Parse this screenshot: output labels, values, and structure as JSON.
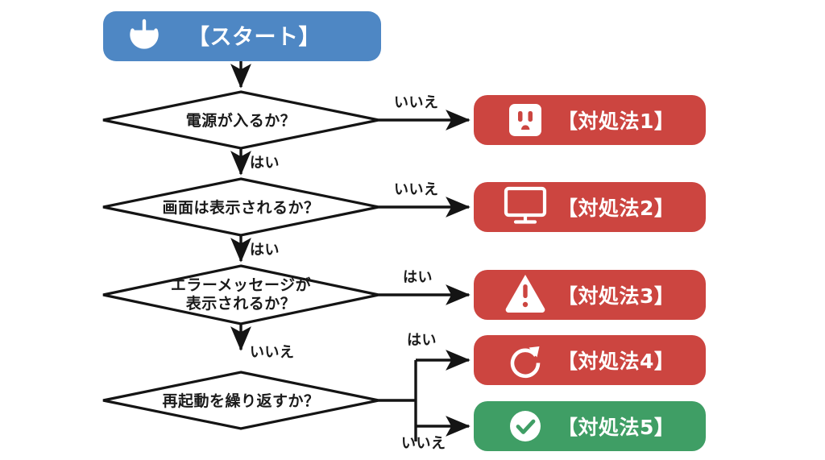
{
  "chart_data": {
    "type": "diagram",
    "title": "PC Troubleshooting Flowchart",
    "colors": {
      "start": "#4e87c4",
      "action_red": "#cc4540",
      "action_green": "#3f9e65",
      "line": "#141414",
      "background": "#ffffff",
      "text_light": "#ffffff",
      "text_dark": "#1a1a1a"
    },
    "nodes": [
      {
        "id": "start",
        "type": "terminator",
        "label": "【スタート】",
        "icon": "power-icon",
        "color": "#4e87c4"
      },
      {
        "id": "d1",
        "type": "decision",
        "label": "電源が入るか？",
        "lines": [
          "電源が入るか？"
        ]
      },
      {
        "id": "d2",
        "type": "decision",
        "label": "画面は表示されるか？",
        "lines": [
          "画面は表示されるか？"
        ]
      },
      {
        "id": "d3",
        "type": "decision",
        "label": "エラーメッセージが表示されるか？",
        "lines": [
          "エラーメッセージが",
          "表示されるか？"
        ]
      },
      {
        "id": "d4",
        "type": "decision",
        "label": "再起動を繰り返すか？",
        "lines": [
          "再起動を繰り返すか？"
        ]
      },
      {
        "id": "a1",
        "type": "action",
        "label": "【対処法1】",
        "icon": "outlet-icon",
        "color": "#cc4540"
      },
      {
        "id": "a2",
        "type": "action",
        "label": "【対処法2】",
        "icon": "monitor-icon",
        "color": "#cc4540"
      },
      {
        "id": "a3",
        "type": "action",
        "label": "【対処法3】",
        "icon": "warning-icon",
        "color": "#cc4540"
      },
      {
        "id": "a4",
        "type": "action",
        "label": "【対処法4】",
        "icon": "restart-icon",
        "color": "#cc4540"
      },
      {
        "id": "a5",
        "type": "action",
        "label": "【対処法5】",
        "icon": "check-circle-icon",
        "color": "#3f9e65"
      }
    ],
    "edges": [
      {
        "from": "start",
        "to": "d1",
        "label": ""
      },
      {
        "from": "d1",
        "to": "a1",
        "label": "いいえ"
      },
      {
        "from": "d1",
        "to": "d2",
        "label": "はい"
      },
      {
        "from": "d2",
        "to": "a2",
        "label": "いいえ"
      },
      {
        "from": "d2",
        "to": "d3",
        "label": "はい"
      },
      {
        "from": "d3",
        "to": "a3",
        "label": "はい"
      },
      {
        "from": "d3",
        "to": "d4",
        "label": "いいえ"
      },
      {
        "from": "d4",
        "to": "a4",
        "label": "はい"
      },
      {
        "from": "d4",
        "to": "a5",
        "label": "いいえ"
      }
    ]
  },
  "start": {
    "label": "【スタート】",
    "icon": "power-icon"
  },
  "decisions": [
    {
      "line1": "電源が入るか？",
      "line2": ""
    },
    {
      "line1": "画面は表示されるか？",
      "line2": ""
    },
    {
      "line1": "エラーメッセージが",
      "line2": "表示されるか？"
    },
    {
      "line1": "再起動を繰り返すか？",
      "line2": ""
    }
  ],
  "actions": [
    {
      "label": "【対処法1】",
      "icon": "outlet-icon"
    },
    {
      "label": "【対処法2】",
      "icon": "monitor-icon"
    },
    {
      "label": "【対処法3】",
      "icon": "warning-icon"
    },
    {
      "label": "【対処法4】",
      "icon": "restart-icon"
    },
    {
      "label": "【対処法5】",
      "icon": "check-circle-icon"
    }
  ],
  "edge_labels": {
    "d1_no": "いいえ",
    "d1_yes": "はい",
    "d2_no": "いいえ",
    "d2_yes": "はい",
    "d3_yes": "はい",
    "d3_no": "いいえ",
    "d4_yes": "はい",
    "d4_no": "いいえ"
  }
}
